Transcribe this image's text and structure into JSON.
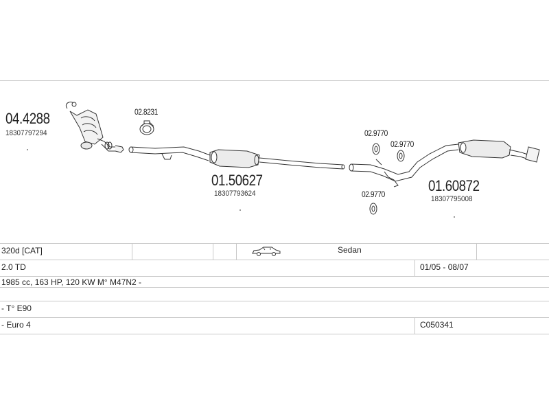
{
  "parts": {
    "front_cat": {
      "part_no": "04.4288",
      "oe_no": "18307797294"
    },
    "clamp_top": {
      "part_no": "02.8231"
    },
    "middle_silencer": {
      "part_no": "01.50627",
      "oe_no": "18307793624"
    },
    "rubber_a": {
      "part_no": "02.9770"
    },
    "rubber_b": {
      "part_no": "02.9770"
    },
    "rubber_c": {
      "part_no": "02.9770"
    },
    "rear_silencer": {
      "part_no": "01.60872",
      "oe_no": "18307795008"
    }
  },
  "table": {
    "row1": {
      "model": "320d  [CAT]",
      "body": "Sedan"
    },
    "row2": {
      "engine": "2.0 TD",
      "period": "01/05 - 08/07"
    },
    "row3": {
      "spec": "1985 cc, 163 HP, 120 KW M° M47N2 -"
    },
    "row4": {
      "type": "- T° E90"
    },
    "row5": {
      "emission": "- Euro 4",
      "code": "C050341"
    }
  },
  "icons": {
    "car": "sedan-car-icon"
  }
}
